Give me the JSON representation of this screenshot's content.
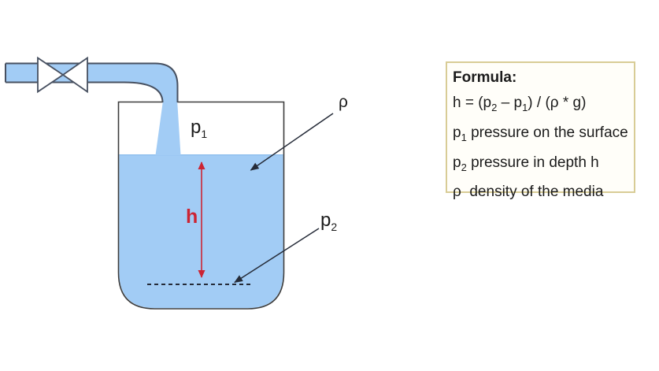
{
  "colors": {
    "water": "#a2ccf5",
    "water-edge": "#8cbded",
    "pipe-wall": "#475060",
    "tank-line": "#3d3d3d",
    "line-dark": "#252b38",
    "red": "#cc2433",
    "box-border": "#d8cc96",
    "ink": "#1b1b1b"
  },
  "diagram": {
    "labels": {
      "p1": {
        "base": "p",
        "sub": "1"
      },
      "p2": {
        "base": "p",
        "sub": "2"
      },
      "rho": "ρ",
      "h": "h"
    }
  },
  "formula_box": {
    "title": "Formula:",
    "equation": {
      "a": "h = (p",
      "sub1": "2",
      "b": " – p",
      "sub2": "1",
      "c": ") / (ρ * g)"
    },
    "def_p1": {
      "base": "p",
      "sub": "1",
      "text": " pressure on the surface"
    },
    "def_p2": {
      "base": "p",
      "sub": "2",
      "text": " pressure in depth h"
    },
    "def_rho": {
      "base": "ρ",
      "text": "  density of the media"
    }
  }
}
